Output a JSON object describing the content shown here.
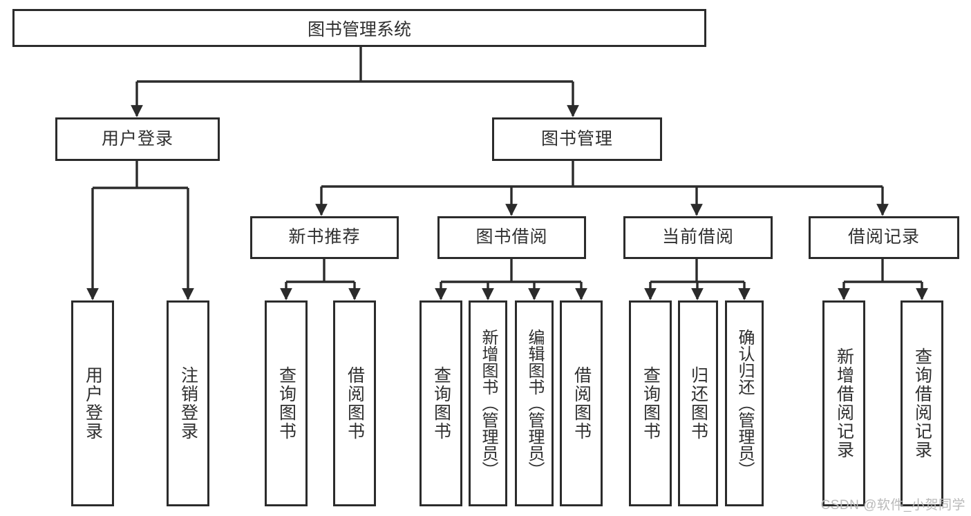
{
  "diagram": {
    "title": "图书管理系统",
    "type": "hierarchy-tree",
    "root": {
      "label": "图书管理系统"
    },
    "level2": [
      {
        "id": "user-login",
        "label": "用户登录"
      },
      {
        "id": "book-manage",
        "label": "图书管理"
      }
    ],
    "level3": [
      {
        "id": "new-book-recommend",
        "label": "新书推荐",
        "parent": "book-manage"
      },
      {
        "id": "book-borrow",
        "label": "图书借阅",
        "parent": "book-manage"
      },
      {
        "id": "current-borrow",
        "label": "当前借阅",
        "parent": "book-manage"
      },
      {
        "id": "borrow-record",
        "label": "借阅记录",
        "parent": "book-manage"
      }
    ],
    "leaves": [
      {
        "id": "leaf-user-login",
        "label": "用户登录",
        "parent": "user-login"
      },
      {
        "id": "leaf-logout",
        "label": "注销登录",
        "parent": "user-login"
      },
      {
        "id": "leaf-query-book-1",
        "label": "查询图书",
        "parent": "new-book-recommend"
      },
      {
        "id": "leaf-borrow-book-1",
        "label": "借阅图书",
        "parent": "new-book-recommend"
      },
      {
        "id": "leaf-query-book-2",
        "label": "查询图书",
        "parent": "book-borrow"
      },
      {
        "id": "leaf-add-book",
        "label": "新增图书（管理员）",
        "parent": "book-borrow"
      },
      {
        "id": "leaf-edit-book",
        "label": "编辑图书（管理员）",
        "parent": "book-borrow"
      },
      {
        "id": "leaf-borrow-book-2",
        "label": "借阅图书",
        "parent": "book-borrow"
      },
      {
        "id": "leaf-query-book-3",
        "label": "查询图书",
        "parent": "current-borrow"
      },
      {
        "id": "leaf-return-book",
        "label": "归还图书",
        "parent": "current-borrow"
      },
      {
        "id": "leaf-confirm-return",
        "label": "确认归还（管理员）",
        "parent": "current-borrow"
      },
      {
        "id": "leaf-add-record",
        "label": "新增借阅记录",
        "parent": "borrow-record"
      },
      {
        "id": "leaf-query-record",
        "label": "查询借阅记录",
        "parent": "borrow-record"
      }
    ],
    "watermark": "CSDN @软件_小贺同学",
    "colors": {
      "stroke": "#2b2b2b",
      "text": "#2f2f2f",
      "background": "#ffffff",
      "watermark": "#b9b9b9"
    }
  }
}
